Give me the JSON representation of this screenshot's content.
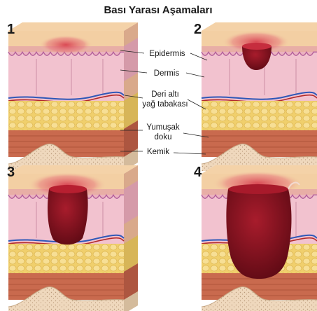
{
  "title": "Bası Yarası Aşamaları",
  "stages": [
    {
      "number": "1"
    },
    {
      "number": "2"
    },
    {
      "number": "3"
    },
    {
      "number": "4"
    }
  ],
  "labels": {
    "epidermis": "Epidermis",
    "dermis": "Dermis",
    "subcutaneous_line1": "Deri altı",
    "subcutaneous_line2": "yağ tabakası",
    "muscle_line1": "Yumuşak",
    "muscle_line2": "doku",
    "bone": "Kemik"
  },
  "colors": {
    "epidermis_top": "#f3cfa3",
    "dermis": "#f2c2cf",
    "dermis_wave": "#a0468f",
    "fat": "#f0cf6c",
    "muscle": "#c96a4e",
    "bone": "#efd8bd",
    "wound": "#7a0f1a",
    "redness": "#d8414f"
  }
}
